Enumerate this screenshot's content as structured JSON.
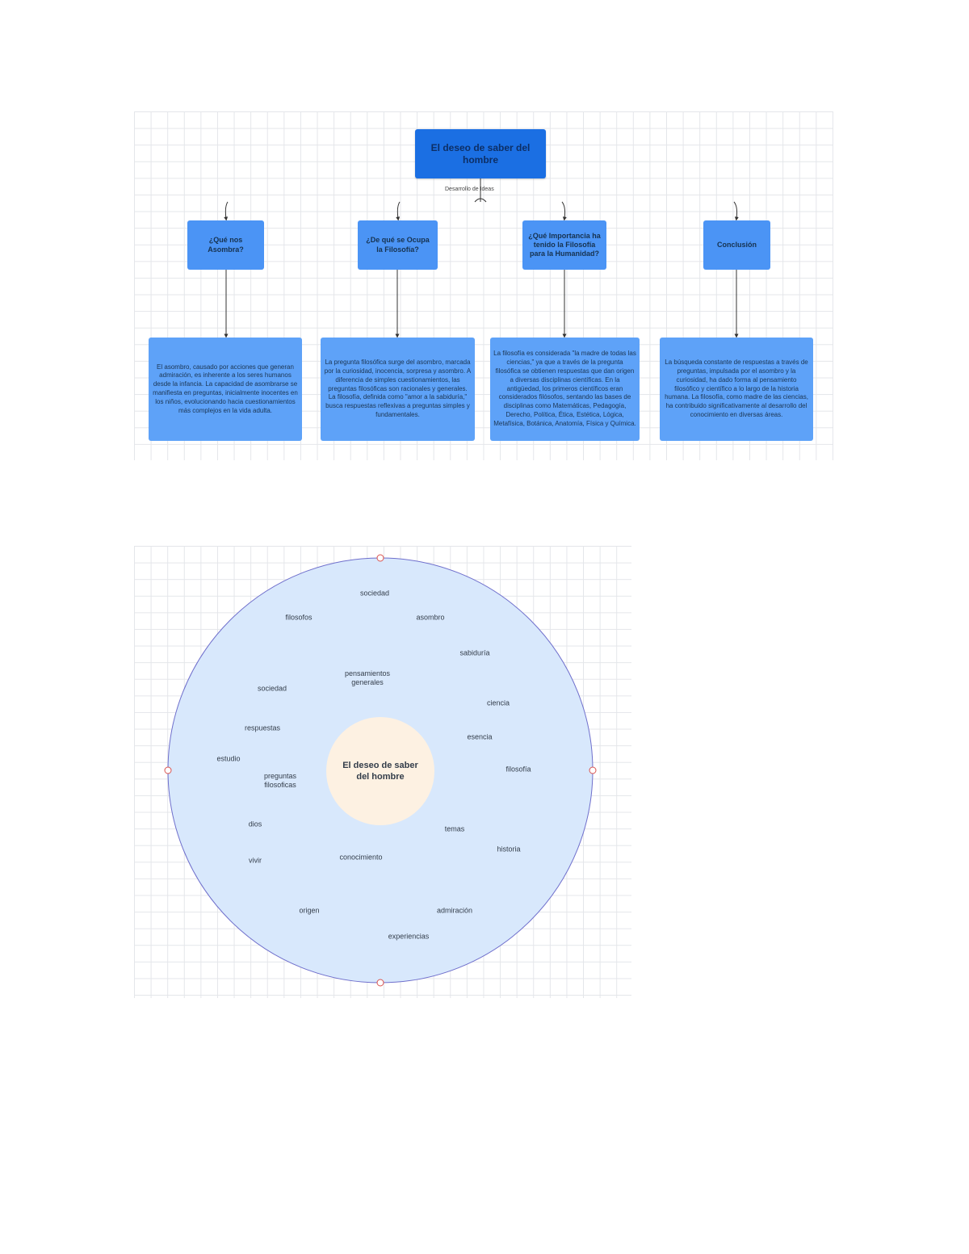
{
  "concept_map": {
    "root_label": "El deseo de saber del hombre",
    "link_label": "Desarrollo de Ideas",
    "branches": [
      {
        "question": "¿Qué nos Asombra?",
        "detail": "El asombro, causado por acciones que generan admiración, es inherente a los seres humanos desde la infancia. La capacidad de asombrarse se manifiesta en preguntas, inicialmente inocentes en los niños, evolucionando hacia cuestionamientos más complejos en la vida adulta."
      },
      {
        "question": "¿De qué se Ocupa la Filosofía?",
        "detail": "La pregunta filosófica surge del asombro, marcada por la curiosidad, inocencia, sorpresa y asombro. A diferencia de simples cuestionamientos, las preguntas filosóficas son racionales y generales. La filosofía, definida como \"amor a la sabiduría,\" busca respuestas reflexivas a preguntas simples y fundamentales."
      },
      {
        "question": "¿Qué Importancia ha tenido la Filosofía para la Humanidad?",
        "detail": "La filosofía es considerada \"la madre de todas las ciencias,\" ya que a través de la pregunta filosófica se obtienen respuestas que dan origen a diversas disciplinas científicas. En la antigüedad, los primeros científicos eran considerados filósofos, sentando las bases de disciplinas como Matemáticas, Pedagogía, Derecho, Política, Ética, Estética, Lógica, Metafísica, Botánica, Anatomía, Física y Química."
      },
      {
        "question": "Conclusión",
        "detail": "La búsqueda constante de respuestas a través de preguntas, impulsada por el asombro y la curiosidad, ha dado forma al pensamiento filosófico y científico a lo largo de la historia humana. La filosofía, como madre de las ciencias, ha contribuido significativamente al desarrollo del conocimiento en diversas áreas."
      }
    ]
  },
  "word_wheel": {
    "center_label": "El deseo de saber del hombre",
    "words": [
      {
        "key": "sociedad-top",
        "text": "sociedad"
      },
      {
        "key": "filosofos",
        "text": "filosofos"
      },
      {
        "key": "asombro",
        "text": "asombro"
      },
      {
        "key": "sabiduria",
        "text": "sabiduría"
      },
      {
        "key": "pensamientos",
        "text": "pensamientos\ngenerales"
      },
      {
        "key": "sociedad-left",
        "text": "sociedad"
      },
      {
        "key": "ciencia",
        "text": "ciencia"
      },
      {
        "key": "respuestas",
        "text": "respuestas"
      },
      {
        "key": "esencia",
        "text": "esencia"
      },
      {
        "key": "estudio",
        "text": "estudio"
      },
      {
        "key": "preguntas",
        "text": "preguntas\nfilosoficas"
      },
      {
        "key": "filosofia",
        "text": "filosofía"
      },
      {
        "key": "dios",
        "text": "dios"
      },
      {
        "key": "temas",
        "text": "temas"
      },
      {
        "key": "historia",
        "text": "historia"
      },
      {
        "key": "conocimiento",
        "text": "conocimiento"
      },
      {
        "key": "vivir",
        "text": "vivir"
      },
      {
        "key": "origen",
        "text": "origen"
      },
      {
        "key": "admiracion",
        "text": "admiración"
      },
      {
        "key": "experiencias",
        "text": "experiencias"
      }
    ],
    "colors": {
      "outer_fill": "#d8e8fc",
      "outer_stroke": "#6f6fcc",
      "inner_fill": "#fdf1e2",
      "handle_stroke": "#d9534f"
    }
  }
}
